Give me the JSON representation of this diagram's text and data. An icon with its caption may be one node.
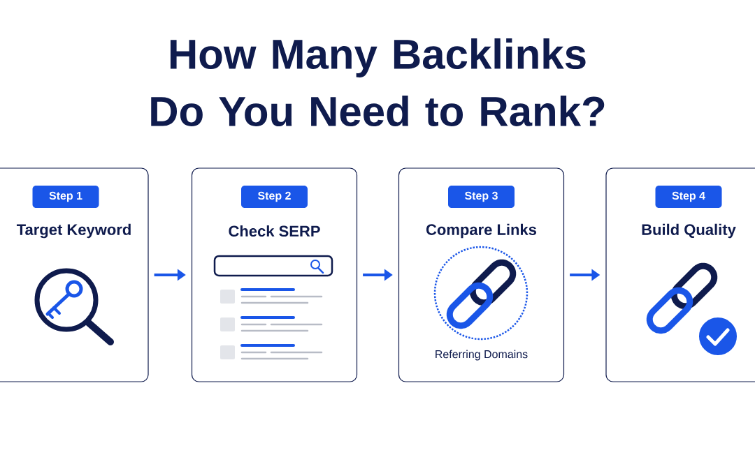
{
  "diagram": {
    "title": "How Many Backlinks Do You Need to Rank?",
    "nodes": [
      {
        "text": [
          "Target Keyword"
        ]
      },
      {
        "text": [
          "Step 1"
        ],
        "in": 0
      },
      {
        "text": [
          "Check SERP"
        ]
      },
      {
        "text": [
          "Step 2"
        ],
        "in": 2
      },
      {
        "text": [
          "Compare Links",
          "Referring Domains"
        ]
      },
      {
        "text": [
          "Step 3"
        ],
        "in": 4
      },
      {
        "text": [
          "Build Quality"
        ]
      },
      {
        "text": [
          "Step 4"
        ],
        "in": 6
      }
    ],
    "edges": [
      {
        "from": 0,
        "to": 2,
        "arrow": "to"
      },
      {
        "from": 2,
        "to": 4,
        "arrow": "to"
      },
      {
        "from": 4,
        "to": 6,
        "arrow": "to"
      }
    ]
  }
}
